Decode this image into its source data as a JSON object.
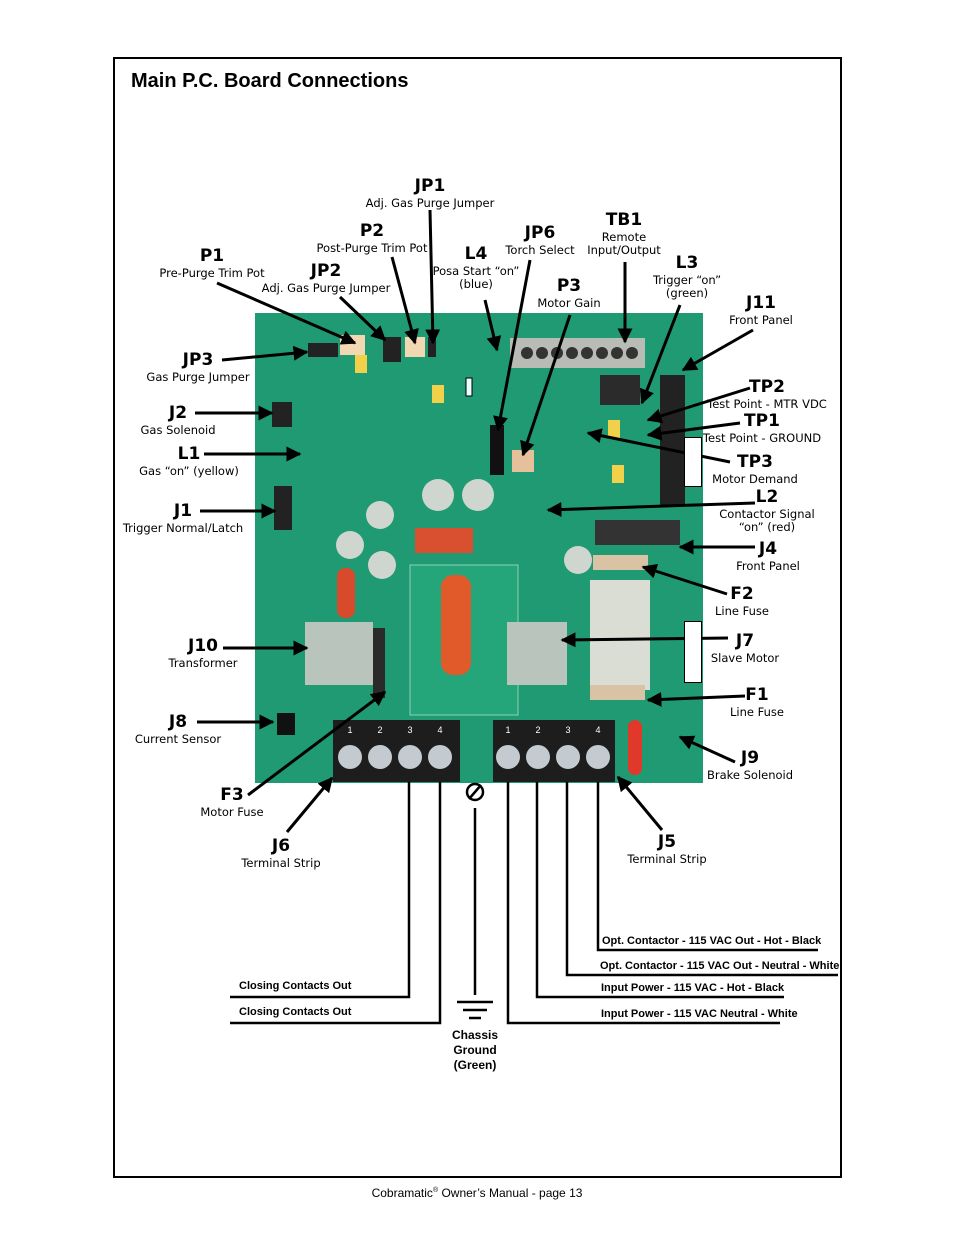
{
  "title": "Main P.C. Board Connections",
  "labels": [
    {
      "code": "JP1",
      "desc": "Adj. Gas Purge Jumper"
    },
    {
      "code": "P2",
      "desc": "Post-Purge Trim Pot"
    },
    {
      "code": "P1",
      "desc": "Pre-Purge Trim Pot"
    },
    {
      "code": "JP2",
      "desc": "Adj. Gas Purge Jumper"
    },
    {
      "code": "L4",
      "desc": "Posa Start “on”",
      "desc2": "(blue)"
    },
    {
      "code": "JP6",
      "desc": "Torch Select"
    },
    {
      "code": "TB1",
      "desc": "Remote",
      "desc2": "Input/Output"
    },
    {
      "code": "P3",
      "desc": "Motor Gain"
    },
    {
      "code": "L3",
      "desc": "Trigger “on”",
      "desc2": "(green)"
    },
    {
      "code": "J11",
      "desc": "Front Panel"
    },
    {
      "code": "JP3",
      "desc": "Gas Purge Jumper"
    },
    {
      "code": "J2",
      "desc": "Gas Solenoid"
    },
    {
      "code": "L1",
      "desc": "Gas “on” (yellow)"
    },
    {
      "code": "J1",
      "desc": "Trigger Normal/Latch"
    },
    {
      "code": "TP2",
      "desc": "Test Point - MTR VDC"
    },
    {
      "code": "TP1",
      "desc": "Test Point - GROUND"
    },
    {
      "code": "TP3",
      "desc": "Motor Demand"
    },
    {
      "code": "L2",
      "desc": "Contactor Signal",
      "desc2": "“on” (red)"
    },
    {
      "code": "J4",
      "desc": "Front Panel"
    },
    {
      "code": "F2",
      "desc": "Line Fuse"
    },
    {
      "code": "J7",
      "desc": "Slave Motor"
    },
    {
      "code": "F1",
      "desc": "Line Fuse"
    },
    {
      "code": "J9",
      "desc": "Brake Solenoid"
    },
    {
      "code": "J10",
      "desc": "Transformer"
    },
    {
      "code": "J8",
      "desc": "Current Sensor"
    },
    {
      "code": "F3",
      "desc": "Motor Fuse"
    },
    {
      "code": "J6",
      "desc": "Terminal Strip"
    },
    {
      "code": "J5",
      "desc": "Terminal Strip"
    }
  ],
  "wires": {
    "closing1": "Closing Contacts Out",
    "closing2": "Closing Contacts Out",
    "chassis": "Chassis",
    "ground": "Ground",
    "green": "(Green)",
    "opt_hot": "Opt. Contactor - 115 VAC Out - Hot - Black",
    "opt_neutral": "Opt. Contactor - 115 VAC Out - Neutral - White",
    "in_hot": "Input Power - 115 VAC - Hot - Black",
    "in_neutral": "Input Power - 115 VAC Neutral - White"
  },
  "terminal_numbers": [
    "1",
    "2",
    "3",
    "4"
  ],
  "footer": {
    "brand": "Cobramatic",
    "reg": "®",
    "rest": " Owner’s Manual - page 13"
  },
  "colors": {
    "board": "#1f9a72",
    "terminal": "#222222"
  }
}
